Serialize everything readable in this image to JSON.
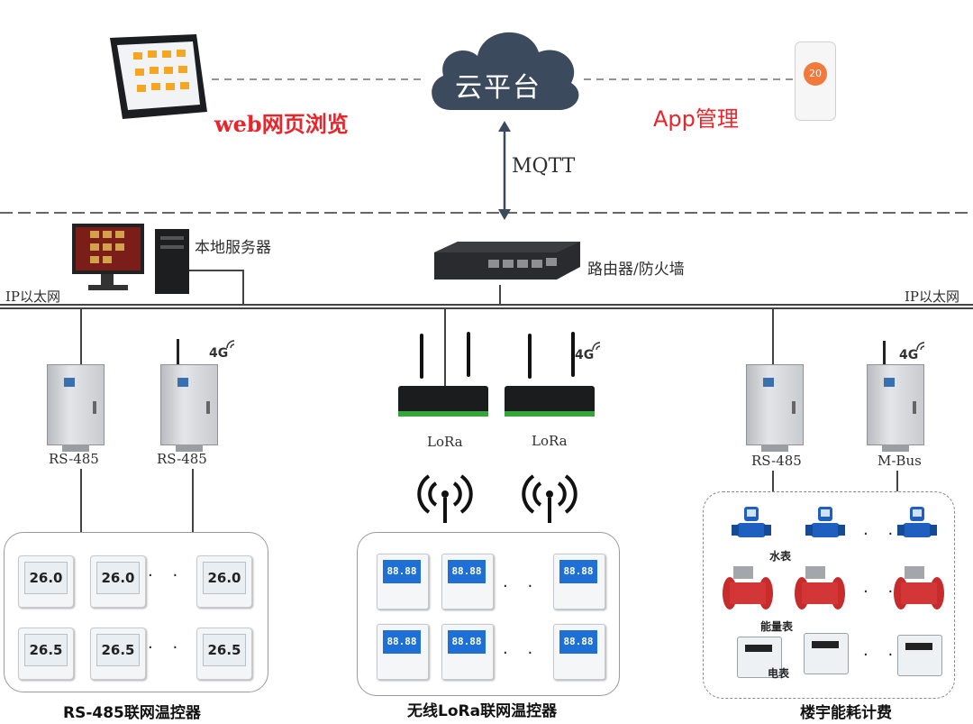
{
  "cloud": {
    "label": "云平台"
  },
  "top": {
    "web_label": "web网页浏览",
    "app_label": "App管理",
    "mqtt_label": "MQTT",
    "phone_value": "20"
  },
  "network": {
    "server_label": "本地服务器",
    "router_label": "路由器/防火墙",
    "ethernet_left": "IP以太网",
    "ethernet_right": "IP以太网"
  },
  "gateways": {
    "rs485_1": "RS-485",
    "rs485_2": "RS-485",
    "g4_1": "4G",
    "lora_1": "LoRa",
    "lora_2": "LoRa",
    "g4_2": "4G",
    "rs485_3": "RS-485",
    "mbus": "M-Bus",
    "g4_3": "4G"
  },
  "groups": {
    "rs485_title": "RS-485联网温控器",
    "lora_title": "无线LoRa联网温控器",
    "energy_title": "楼宇能耗计费",
    "rs485_row1_temp": "26.0",
    "rs485_row2_temp": "26.5",
    "lora_display": "88.88",
    "ellipsis": "· · ·",
    "water_label": "水表",
    "energy_label": "能量表",
    "power_label": "电表"
  },
  "colors": {
    "cloud": "#3b4a5c",
    "accent_red": "#e8252b",
    "line": "#444444"
  }
}
